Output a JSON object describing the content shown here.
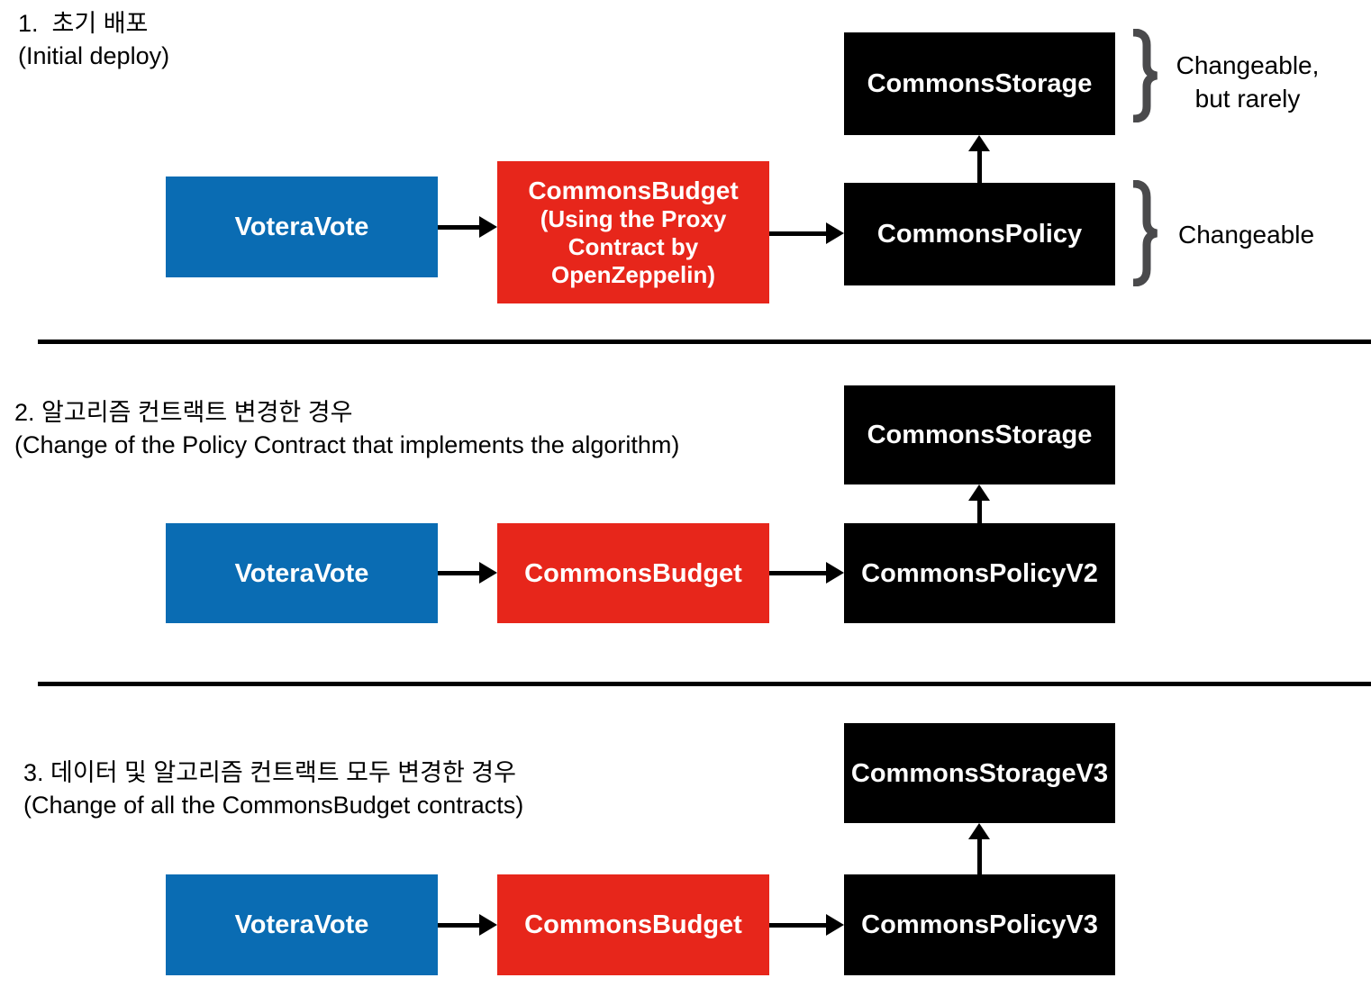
{
  "colors": {
    "blue": "#0a6cb3",
    "red": "#e7261b",
    "box_black": "#000000",
    "brace_gray": "#4a4a4c",
    "text": "#000000"
  },
  "sections": [
    {
      "heading_line1": "1.  초기 배포",
      "heading_line2": "(Initial deploy)",
      "votera_label": "VoteraVote",
      "budget_label": "CommonsBudget",
      "budget_sublabel": "(Using the Proxy Contract by OpenZeppelin)",
      "policy_label": "CommonsPolicy",
      "storage_label": "CommonsStorage",
      "storage_note_line1": "Changeable,",
      "storage_note_line2": "but rarely",
      "policy_note": "Changeable"
    },
    {
      "heading_line1": "2. 알고리즘 컨트랙트 변경한 경우",
      "heading_line2": "(Change of the Policy Contract that implements the algorithm)",
      "votera_label": "VoteraVote",
      "budget_label": "CommonsBudget",
      "policy_label": "CommonsPolicyV2",
      "storage_label": "CommonsStorage"
    },
    {
      "heading_line1": "3. 데이터 및 알고리즘 컨트랙트 모두 변경한 경우",
      "heading_line2": "(Change of all the CommonsBudget contracts)",
      "votera_label": "VoteraVote",
      "budget_label": "CommonsBudget",
      "policy_label": "CommonsPolicyV3",
      "storage_label": "CommonsStorageV3"
    }
  ]
}
